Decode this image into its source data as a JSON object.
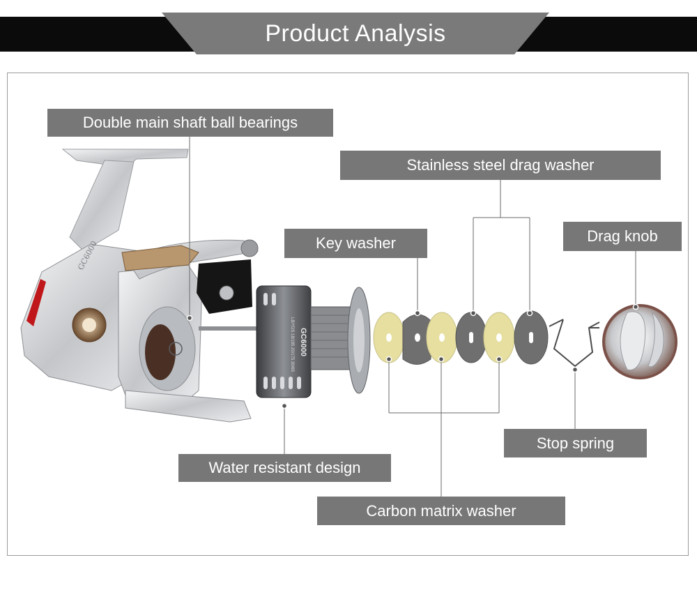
{
  "header": {
    "title": "Product Analysis"
  },
  "labels": {
    "bearings": "Double main shaft ball bearings",
    "drag_washer": "Stainless steel drag washer",
    "key_washer": "Key washer",
    "drag_knob": "Drag knob",
    "water_resistant": "Water resistant design",
    "stop_spring": "Stop spring",
    "carbon_washer": "Carbon matrix washer"
  },
  "product": {
    "model_side": "GC6000",
    "model_spool": "GC6000",
    "spool_line_spec": "LB/YDS 18/195 20/175 30/65"
  },
  "colors": {
    "banner": "#0b0b0b",
    "label_bg": "#777777",
    "leader_line": "#6a6a6a",
    "metal": "#c8cacc",
    "carbon_washer": "#e6dfa0",
    "steel_washer": "#6f6f6f"
  }
}
